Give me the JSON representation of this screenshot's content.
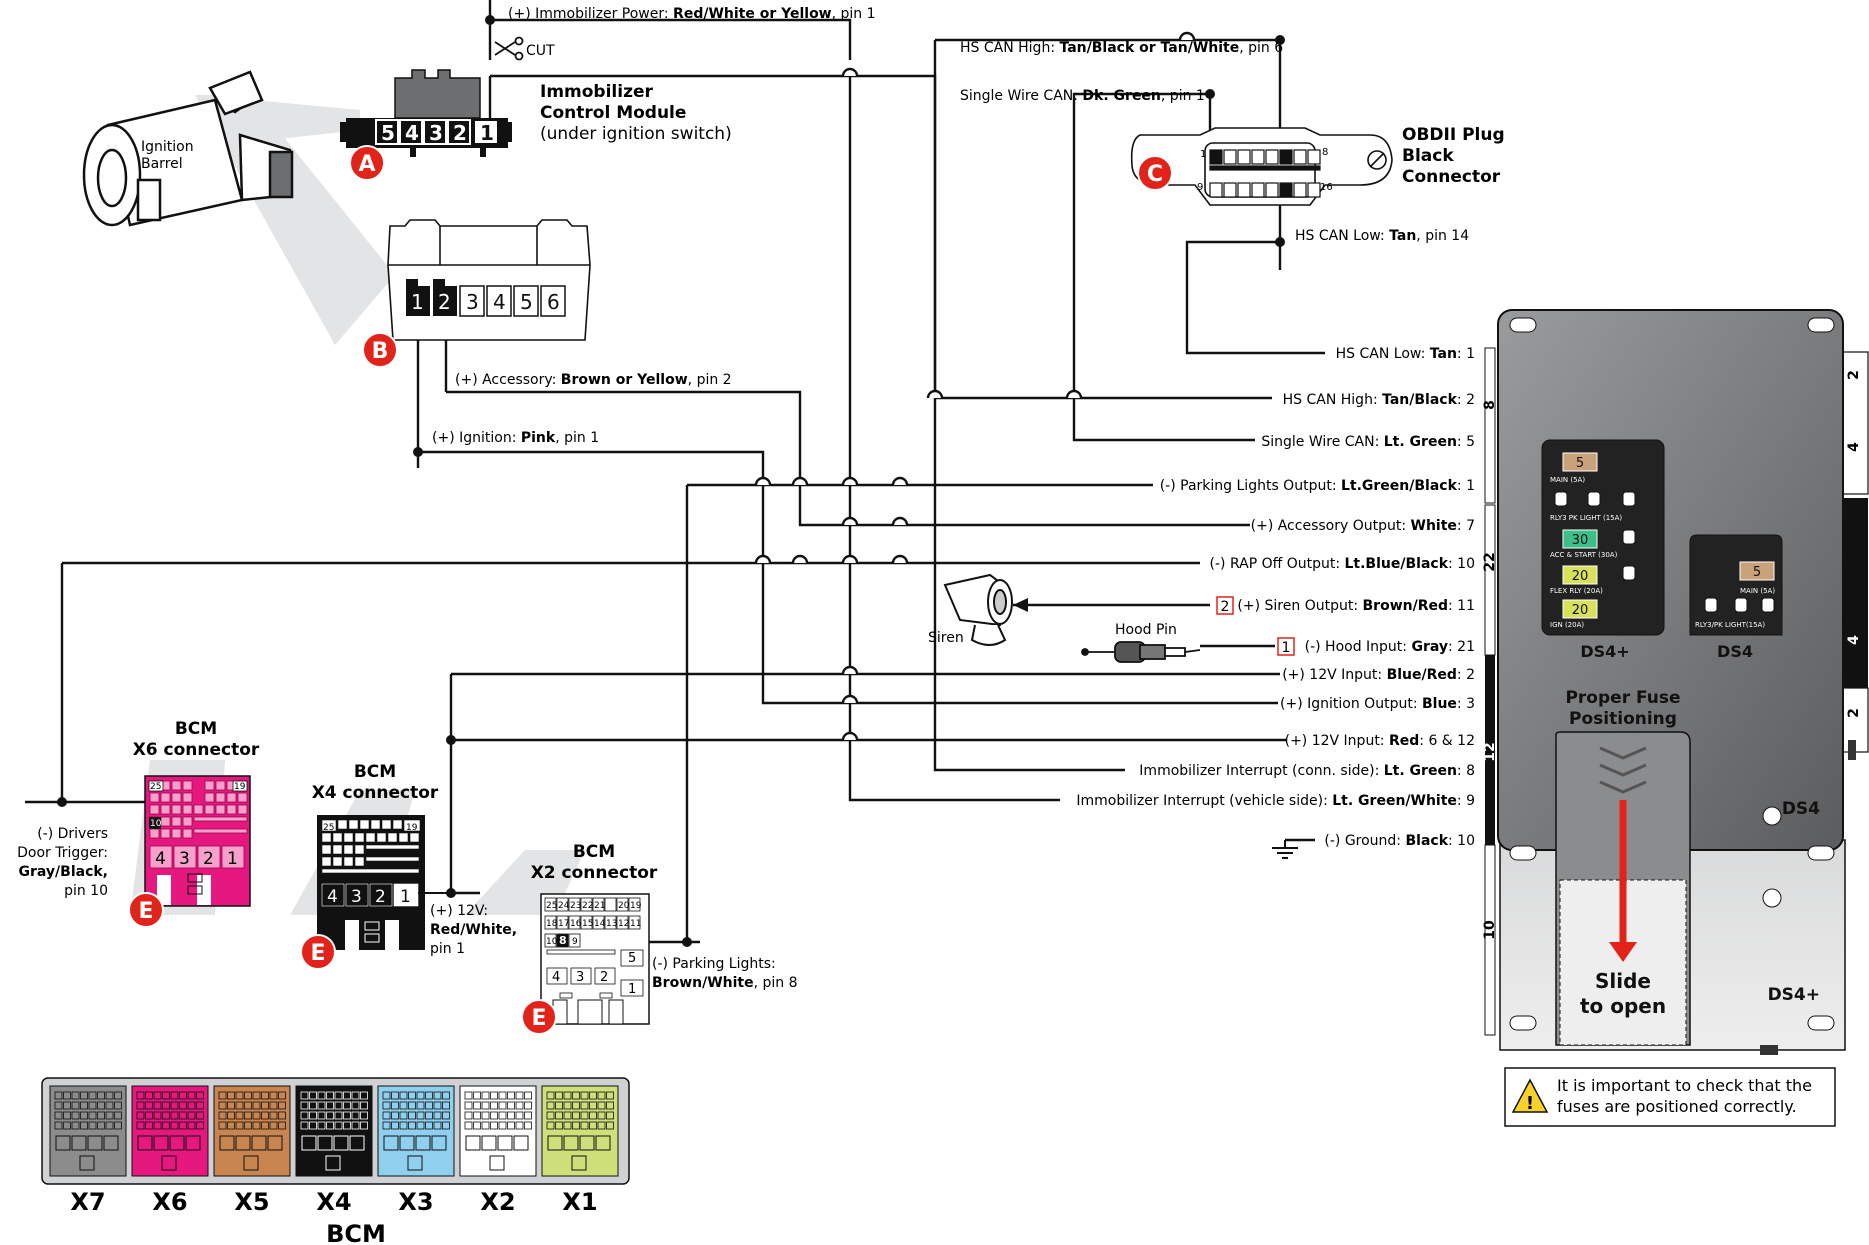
{
  "immobilizer": {
    "power_prefix": "(+) Immobilizer Power: ",
    "power_colors": "Red/White or Yellow",
    "power_pin": ", pin 1",
    "cut_label": "CUT",
    "title_line1": "Immobilizer",
    "title_line2": "Control Module",
    "note": "(under ignition switch)",
    "pins": [
      "5",
      "4",
      "3",
      "2",
      "1"
    ],
    "badge": "A"
  },
  "ignition": {
    "barrel_line1": "Ignition",
    "barrel_line2": "Barrel",
    "pins": [
      "1",
      "2",
      "3",
      "4",
      "5",
      "6"
    ],
    "badge": "B",
    "accessory_prefix": "(+) Accessory: ",
    "accessory_colors": "Brown or Yellow",
    "accessory_pin": ", pin 2",
    "ignition_prefix": "(+) Ignition: ",
    "ignition_colors": "Pink",
    "ignition_pin": ", pin 1"
  },
  "obd": {
    "hs_high_prefix": "HS CAN High: ",
    "hs_high_colors": "Tan/Black or Tan/White",
    "hs_high_pin": ", pin 6",
    "sw_prefix": "Single Wire CAN: ",
    "sw_colors": "Dk. Green",
    "sw_pin": ", pin 1",
    "title_line1": "OBDII Plug",
    "title_line2": "Black",
    "title_line3": "Connector",
    "pin_1": "1",
    "pin_8": "8",
    "pin_9": "9",
    "pin_16": "16",
    "badge": "C",
    "hs_low_prefix": "HS CAN Low: ",
    "hs_low_colors": "Tan",
    "hs_low_pin": ", pin 14"
  },
  "outputs": [
    {
      "prefix": "HS CAN Low: ",
      "color": "Tan",
      "pin": ": 1"
    },
    {
      "prefix": "HS CAN High: ",
      "color": "Tan/Black",
      "pin": ": 2"
    },
    {
      "prefix": "Single Wire CAN: ",
      "color": "Lt. Green",
      "pin": ": 5"
    },
    {
      "prefix": "(-) Parking Lights Output: ",
      "color": "Lt.Green/Black",
      "pin": ": 1"
    },
    {
      "prefix": "(+) Accessory Output: ",
      "color": "White",
      "pin": ": 7"
    },
    {
      "prefix": "(-) RAP Off Output: ",
      "color": "Lt.Blue/Black",
      "pin": ": 10"
    },
    {
      "prefix": "(+) Siren Output: ",
      "color": "Brown/Red",
      "pin": ": 11"
    },
    {
      "prefix": "(-) Hood Input: ",
      "color": "Gray",
      "pin": ": 21"
    },
    {
      "prefix": "(+) 12V Input: ",
      "color": "Blue/Red",
      "pin": ": 2"
    },
    {
      "prefix": "(+) Ignition Output: ",
      "color": "Blue",
      "pin": ": 3"
    },
    {
      "prefix": "(+) 12V Input: ",
      "color": "Red",
      "pin": ": 6 & 12"
    },
    {
      "prefix": "Immobilizer Interrupt (conn. side): ",
      "color": "Lt. Green",
      "pin": ": 8"
    },
    {
      "prefix": "Immobilizer Interrupt (vehicle side): ",
      "color": "Lt. Green/White",
      "pin": ": 9"
    },
    {
      "prefix": "(-) Ground: ",
      "color": "Black",
      "pin": ": 10"
    }
  ],
  "siren_tag": "2",
  "hood_tag": "1",
  "siren_label": "Siren",
  "hood_pin_label": "Hood Pin",
  "bcm_x6": {
    "title_line1": "BCM",
    "title_line2": "X6 connector",
    "pin_25": "25",
    "pin_19": "19",
    "pin_10": "10",
    "pins": [
      "4",
      "3",
      "2",
      "1"
    ],
    "badge": "E",
    "note_line1": "(-) Drivers",
    "note_line2": "Door Trigger:",
    "note_line3": "Gray/Black,",
    "note_line4": "pin 10"
  },
  "bcm_x4": {
    "title_line1": "BCM",
    "title_line2": "X4 connector",
    "pin_25": "25",
    "pin_19": "19",
    "pins": [
      "4",
      "3",
      "2",
      "1"
    ],
    "badge": "E",
    "note_line1": "(+) 12V:",
    "note_line2": "Red/White,",
    "note_line3": "pin 1"
  },
  "bcm_x2": {
    "title_line1": "BCM",
    "title_line2": "X2 connector",
    "row1": [
      "25",
      "24",
      "23",
      "22",
      "21",
      "",
      "20",
      "19"
    ],
    "row2": [
      "18",
      "17",
      "16",
      "15",
      "14",
      "13",
      "12",
      "11"
    ],
    "row3": [
      "10",
      "9",
      "8",
      "",
      "",
      "5"
    ],
    "row4": [
      "4",
      "3",
      "2",
      "1"
    ],
    "badge": "E",
    "note_line1": "(-) Parking Lights:",
    "note_colors": "Brown/White",
    "note_pin": ", pin 8"
  },
  "bcm_bar": {
    "labels": [
      "X7",
      "X6",
      "X5",
      "X4",
      "X3",
      "X2",
      "X1"
    ],
    "colors": [
      "#8c8c8c",
      "#e6187f",
      "#c98550",
      "#111111",
      "#8fd0ee",
      "#ffffff",
      "#cfdf7a"
    ],
    "title": "BCM"
  },
  "ds4": {
    "plus_label": "DS4+",
    "label": "DS4",
    "left_fuses": [
      "5",
      "30",
      "20",
      "20"
    ],
    "left_fuse_labels": [
      "MAIN (5A)",
      "RLY3 PK LIGHT (15A)",
      "ACC & START (30A)",
      "FLEX RLY (20A)",
      "IGN (20A)"
    ],
    "right_fuses": [
      "5"
    ],
    "right_fuse_labels": [
      "MAIN (5A)",
      "RLY3/PK LIGHT(15A)"
    ],
    "proper_line1": "Proper Fuse",
    "proper_line2": "Positioning",
    "slide_line1": "Slide",
    "slide_line2": "to open",
    "side_tabs": [
      "2",
      "4",
      "4",
      "2",
      "8",
      "22",
      "12",
      "10"
    ],
    "warning_line1": "It is important to check that the",
    "warning_line2": "fuses are positioned correctly."
  },
  "colors": {
    "badge_red": "#e2231a",
    "arrow_red": "#e2231a",
    "module_gray": "#6d6e70",
    "fuse_tan": "#c9a27a",
    "fuse_green": "#3dbf8a",
    "fuse_yellow": "#d7e25a"
  }
}
